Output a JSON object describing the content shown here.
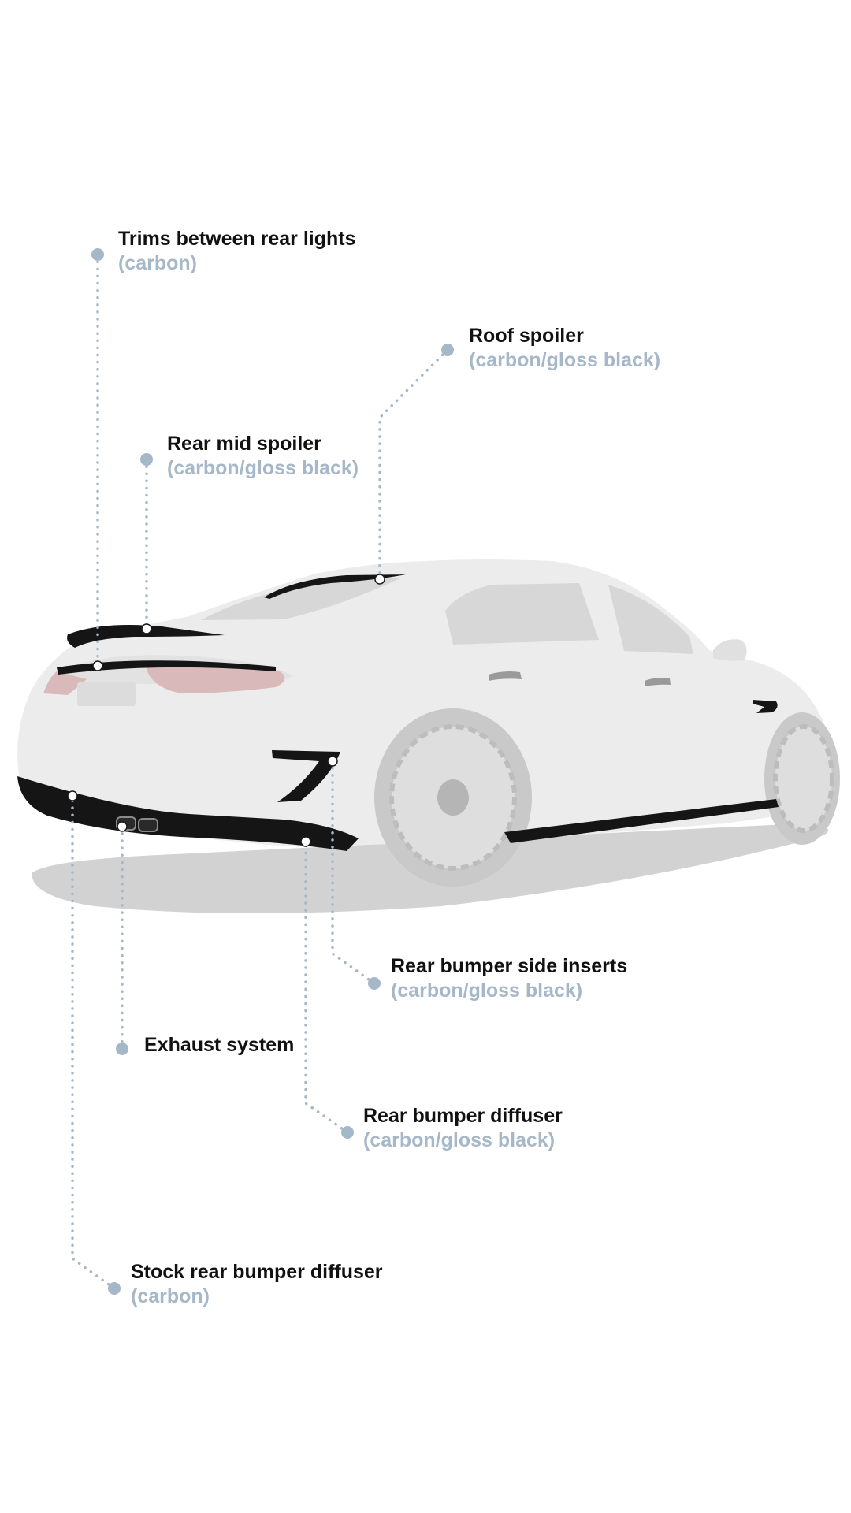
{
  "colors": {
    "leader": "#a6b8c8",
    "label_text": "#111111",
    "material_text": "#a6b8c8",
    "car_body": "#ececec",
    "carbon_parts": "#151515",
    "shadow": "#d2d2d2"
  },
  "callouts": [
    {
      "id": "trims-between-rear-lights",
      "name": "Trims between rear lights",
      "material": "(carbon)"
    },
    {
      "id": "roof-spoiler",
      "name": "Roof spoiler",
      "material": "(carbon/gloss black)"
    },
    {
      "id": "rear-mid-spoiler",
      "name": "Rear mid spoiler",
      "material": "(carbon/gloss black)"
    },
    {
      "id": "rear-bumper-side-inserts",
      "name": "Rear bumper side inserts",
      "material": "(carbon/gloss black)"
    },
    {
      "id": "exhaust-system",
      "name": "Exhaust system",
      "material": ""
    },
    {
      "id": "rear-bumper-diffuser",
      "name": "Rear bumper diffuser",
      "material": "(carbon/gloss black)"
    },
    {
      "id": "stock-rear-bumper-diffuser",
      "name": "Stock rear bumper diffuser",
      "material": "(carbon)"
    }
  ]
}
